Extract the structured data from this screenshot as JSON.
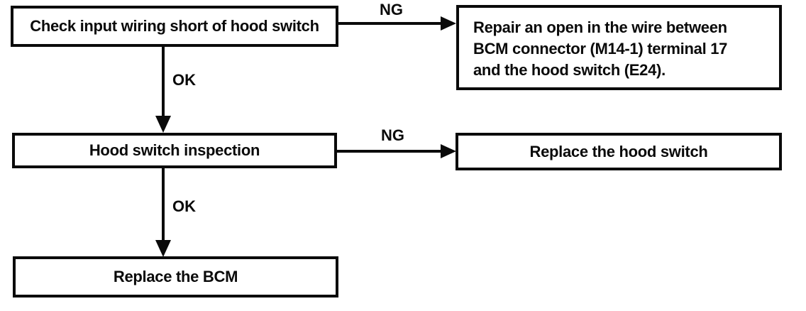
{
  "diagram": {
    "type": "flowchart",
    "colors": {
      "ink": "#0a0a0a",
      "background": "#ffffff"
    },
    "nodes": [
      {
        "id": "check-input-wiring-short",
        "label": "Check input wiring short of hood switch"
      },
      {
        "id": "repair-open-wire",
        "label": "Repair an open in the wire between BCM connector (M14-1) terminal 17 and the hood switch (E24).",
        "lines": [
          "Repair an open in the wire between",
          "BCM connector (M14-1) terminal 17",
          "and the hood switch (E24)."
        ]
      },
      {
        "id": "hood-switch-inspection",
        "label": "Hood switch inspection"
      },
      {
        "id": "replace-hood-switch",
        "label": "Replace the hood switch"
      },
      {
        "id": "replace-bcm",
        "label": "Replace the BCM"
      }
    ],
    "edges": [
      {
        "from": "check-input-wiring-short",
        "to": "repair-open-wire",
        "label": "NG"
      },
      {
        "from": "check-input-wiring-short",
        "to": "hood-switch-inspection",
        "label": "OK"
      },
      {
        "from": "hood-switch-inspection",
        "to": "replace-hood-switch",
        "label": "NG"
      },
      {
        "from": "hood-switch-inspection",
        "to": "replace-bcm",
        "label": "OK"
      }
    ]
  }
}
